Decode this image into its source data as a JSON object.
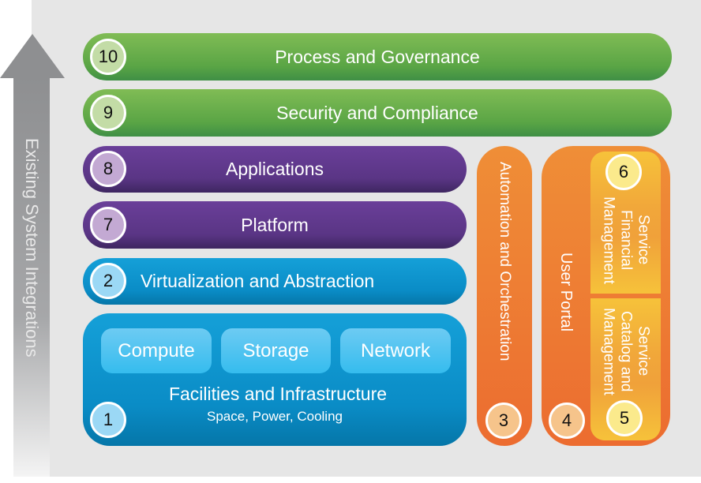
{
  "side_arrow": {
    "label": "Existing System Integrations"
  },
  "layers": [
    {
      "number": "10",
      "label": "Process and Governance",
      "color": "#5aa545"
    },
    {
      "number": "9",
      "label": "Security and Compliance",
      "color": "#5aa545"
    },
    {
      "number": "8",
      "label": "Applications",
      "color": "#5a3585"
    },
    {
      "number": "7",
      "label": "Platform",
      "color": "#5a3585"
    },
    {
      "number": "2",
      "label": "Virtualization and Abstraction",
      "color": "#0a8cc6"
    },
    {
      "number": "1",
      "label": "Facilities and Infrastructure",
      "sublabel": "Space, Power, Cooling",
      "color": "#0a8cc6",
      "components": [
        "Compute",
        "Storage",
        "Network"
      ]
    }
  ],
  "columns": [
    {
      "number": "3",
      "label": "Automation and Orchestration",
      "color": "#ec7c33"
    },
    {
      "number": "4",
      "label": "User Portal",
      "color": "#ec7c33"
    }
  ],
  "portal_modules": [
    {
      "number": "6",
      "label": "Service Financial Management",
      "color": "#f1a73a"
    },
    {
      "number": "5",
      "label": "Service Catalog and Management",
      "color": "#f1a73a"
    }
  ]
}
